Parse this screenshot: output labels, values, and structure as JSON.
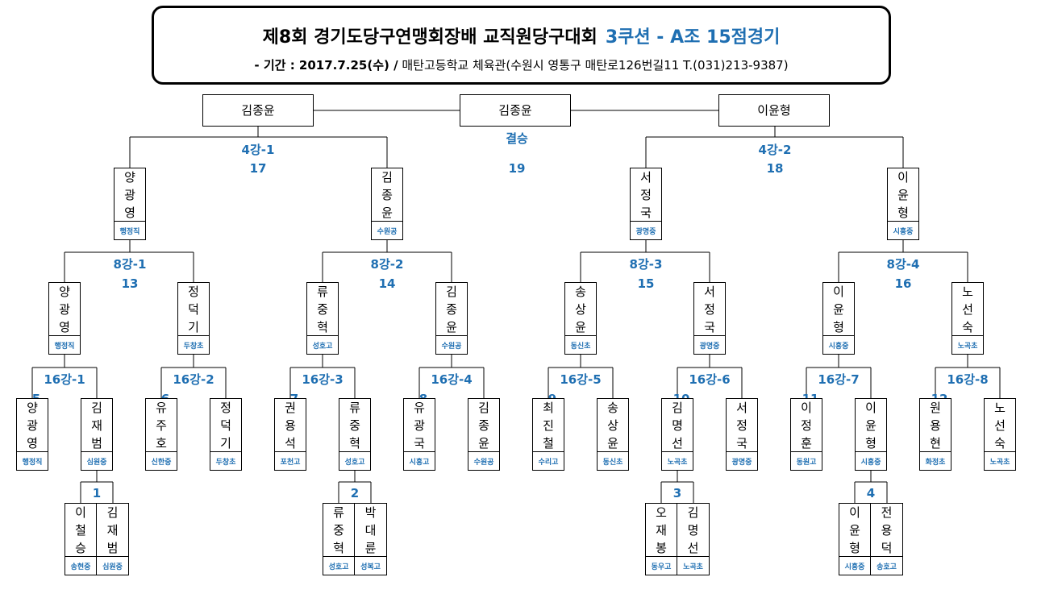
{
  "header": {
    "title": "제8회 경기도당구연맹회장배 교직원당구대회",
    "subtitle": "3쿠션 - A조 15점경기",
    "info_prefix": "- 기간 : 2017.7.25(수) /",
    "info_rest": "매탄고등학교 체육관(수원시 영통구 매탄로126번길11 T.(031)213-9387)"
  },
  "final": {
    "left": "김종윤",
    "center": "김종윤",
    "right": "이윤형",
    "label": "결승",
    "number": "19"
  },
  "semis": [
    {
      "label": "4강-1",
      "number": "17"
    },
    {
      "label": "4강-2",
      "number": "18"
    }
  ],
  "semi_players": [
    {
      "name": "양\n광\n영",
      "school": "행정직"
    },
    {
      "name": "김\n종\n윤",
      "school": "수원공"
    },
    {
      "name": "서\n정\n국",
      "school": "광명중"
    },
    {
      "name": "이\n윤\n형",
      "school": "시흥중"
    }
  ],
  "quarters": [
    {
      "label": "8강-1",
      "number": "13"
    },
    {
      "label": "8강-2",
      "number": "14"
    },
    {
      "label": "8강-3",
      "number": "15"
    },
    {
      "label": "8강-4",
      "number": "16"
    }
  ],
  "quarter_players": [
    {
      "name": "양\n광\n영",
      "school": "행정직"
    },
    {
      "name": "정\n덕\n기",
      "school": "두창초"
    },
    {
      "name": "류\n중\n혁",
      "school": "성호고"
    },
    {
      "name": "김\n종\n윤",
      "school": "수원공"
    },
    {
      "name": "송\n상\n윤",
      "school": "동신초"
    },
    {
      "name": "서\n정\n국",
      "school": "광명중"
    },
    {
      "name": "이\n윤\n형",
      "school": "시흥중"
    },
    {
      "name": "노\n선\n숙",
      "school": "노곡초"
    }
  ],
  "r16": [
    {
      "label": "16강-1",
      "number": "5"
    },
    {
      "label": "16강-2",
      "number": "6"
    },
    {
      "label": "16강-3",
      "number": "7"
    },
    {
      "label": "16강-4",
      "number": "8"
    },
    {
      "label": "16강-5",
      "number": "9"
    },
    {
      "label": "16강-6",
      "number": "10"
    },
    {
      "label": "16강-7",
      "number": "11"
    },
    {
      "label": "16강-8",
      "number": "12"
    }
  ],
  "r16_players": [
    {
      "name": "양\n광\n영",
      "school": "행정직"
    },
    {
      "name": "김\n재\n범",
      "school": "심원중"
    },
    {
      "name": "유\n주\n호",
      "school": "신한중"
    },
    {
      "name": "정\n덕\n기",
      "school": "두창초"
    },
    {
      "name": "권\n용\n석",
      "school": "포천고"
    },
    {
      "name": "류\n중\n혁",
      "school": "성호고"
    },
    {
      "name": "유\n광\n국",
      "school": "시흥고"
    },
    {
      "name": "김\n종\n윤",
      "school": "수원공"
    },
    {
      "name": "최\n진\n철",
      "school": "수리고"
    },
    {
      "name": "송\n상\n윤",
      "school": "동신초"
    },
    {
      "name": "김\n명\n선",
      "school": "노곡초"
    },
    {
      "name": "서\n정\n국",
      "school": "광명중"
    },
    {
      "name": "이\n정\n훈",
      "school": "동원고"
    },
    {
      "name": "이\n윤\n형",
      "school": "시흥중"
    },
    {
      "name": "원\n용\n현",
      "school": "화정초"
    },
    {
      "name": "노\n선\n숙",
      "school": "노곡초"
    }
  ],
  "prelims": [
    {
      "number": "1",
      "left": {
        "name": "이\n철\n승",
        "school": "송현중"
      },
      "right": {
        "name": "김\n재\n범",
        "school": "심원중"
      }
    },
    {
      "number": "2",
      "left": {
        "name": "류\n중\n혁",
        "school": "성호고"
      },
      "right": {
        "name": "박\n대\n륜",
        "school": "성복고"
      }
    },
    {
      "number": "3",
      "left": {
        "name": "오\n재\n봉",
        "school": "동우고"
      },
      "right": {
        "name": "김\n명\n선",
        "school": "노곡초"
      }
    },
    {
      "number": "4",
      "left": {
        "name": "이\n윤\n형",
        "school": "시흥중"
      },
      "right": {
        "name": "전\n용\n덕",
        "school": "송호고"
      }
    }
  ],
  "colors": {
    "accent": "#1f6fb2",
    "line": "#000000"
  }
}
